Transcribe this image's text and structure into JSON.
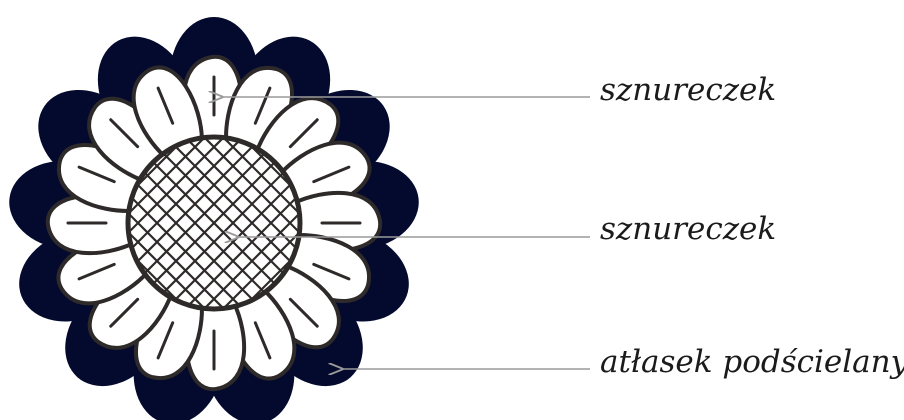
{
  "colors": {
    "outer_petals": "#030a2e",
    "inner_petal_fill": "#ffffff",
    "outline": "#2f2a2a",
    "leader_line": "#9a9a9a",
    "label_text": "#1b1b1b"
  },
  "flower": {
    "outer_petal_count": 13,
    "inner_petal_count": 16,
    "center_pattern": "diagonal-lattice"
  },
  "labels": {
    "top": "sznureczek",
    "middle": "sznureczek",
    "bottom": "atłasek podścielany"
  }
}
